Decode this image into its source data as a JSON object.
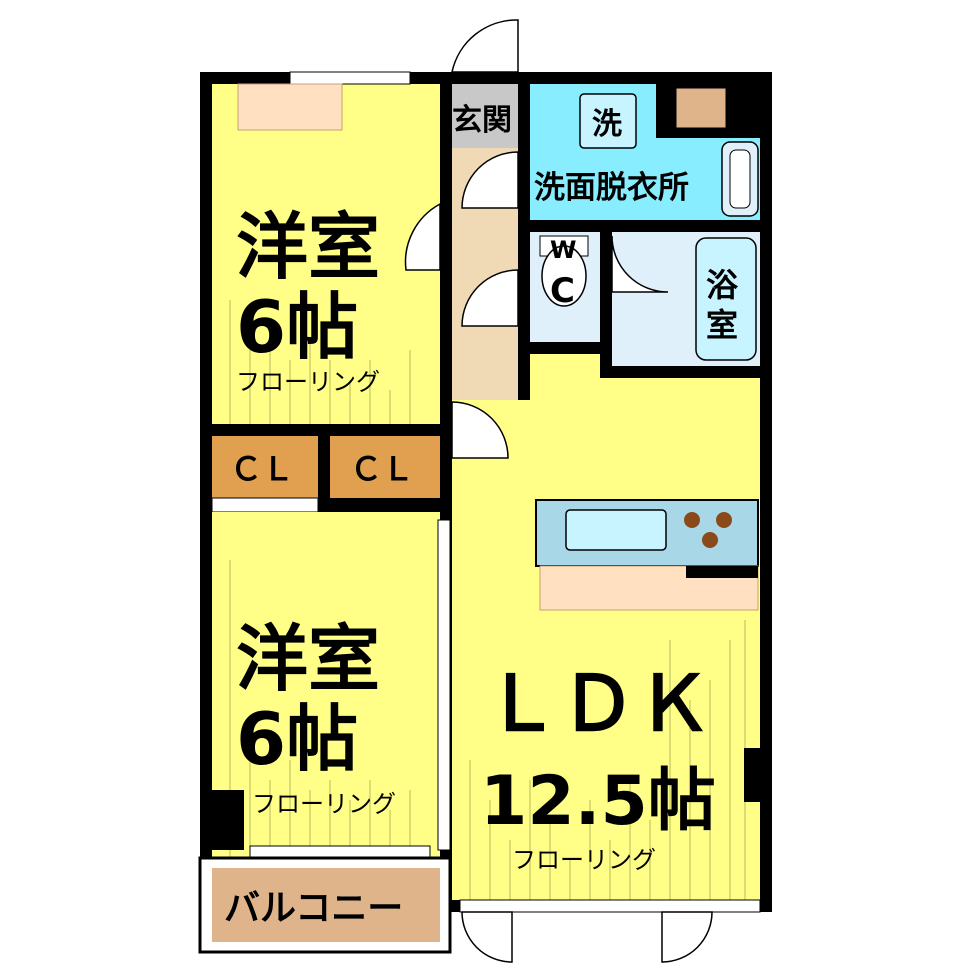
{
  "rooms": {
    "bedroom1": {
      "name": "洋室",
      "size": "6帖",
      "floor": "フローリング"
    },
    "bedroom2": {
      "name": "洋室",
      "size": "6帖",
      "floor": "フローリング"
    },
    "ldk": {
      "name": "ＬＤＫ",
      "size": "12.5帖",
      "floor": "フローリング"
    },
    "closet1": "ＣＬ",
    "closet2": "ＣＬ",
    "entrance": "玄関",
    "washroom": "洗面脱衣所",
    "laundry": "洗",
    "wc_w": "W",
    "wc_c": "C",
    "bath": [
      "浴",
      "室"
    ],
    "balcony": "バルコニー"
  },
  "colors": {
    "room_yellow": "#ffff88",
    "wet_area_blue": "#dff0fb",
    "washroom_cyan": "#88eeff",
    "closet_orange": "#e0a050",
    "balcony_tan": "#e0b48a",
    "corridor_beige": "#f0d9b5",
    "furniture_peach": "#ffe0c0",
    "kitchen_counter": "#a8d8e8",
    "wall": "#000000"
  }
}
